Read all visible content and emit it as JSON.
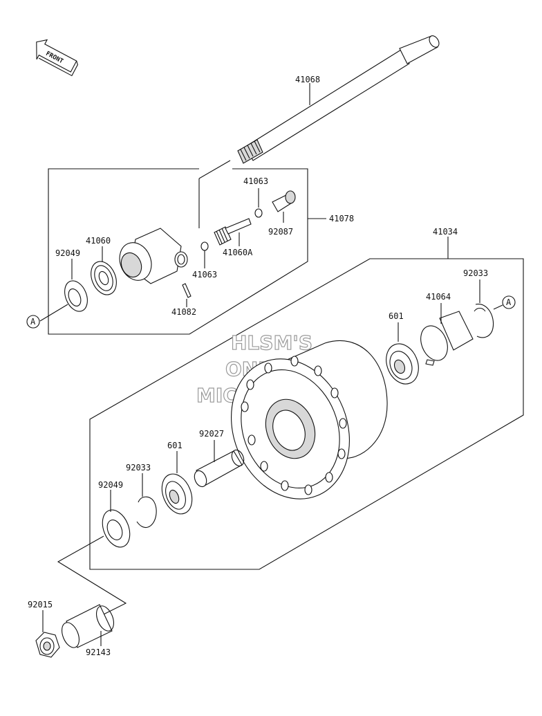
{
  "front_arrow": {
    "label": "FRONT"
  },
  "watermark": {
    "line1": "HLSM'S",
    "line2": "ONLINE",
    "line3": "MICROFICHE"
  },
  "ref_marks": {
    "a_left": "A",
    "a_right": "A"
  },
  "parts": {
    "axle": "41068",
    "meter_gear_assy": "41078",
    "washer_upper": "41063",
    "bushing": "92087",
    "gear_41060": "41060",
    "seal_upper": "92049",
    "washer_lower": "41063",
    "pinion": "41060A",
    "pin": "41082",
    "hub": "41034",
    "circlip_right": "92033",
    "collar_41064": "41064",
    "bearing_right": "601",
    "spacer": "92027",
    "bearing_left": "601",
    "circlip_left": "92033",
    "seal_lower": "92049",
    "nut": "92015",
    "collar_92143": "92143"
  }
}
